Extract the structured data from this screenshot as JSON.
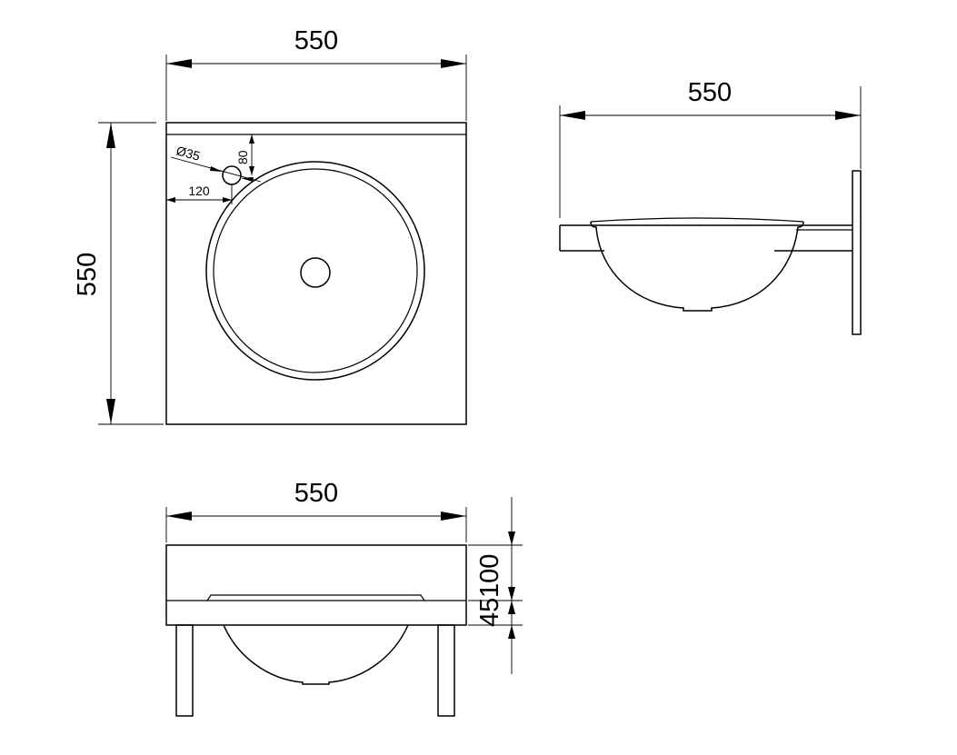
{
  "top_view": {
    "width_label": "550",
    "height_label": "550",
    "hole_diameter_label": "Ø35",
    "hole_top_offset_label": "80",
    "hole_side_offset_label": "120"
  },
  "side_view": {
    "width_label": "550"
  },
  "front_view": {
    "width_label": "550",
    "height_label": "100",
    "lower_label": "45"
  }
}
